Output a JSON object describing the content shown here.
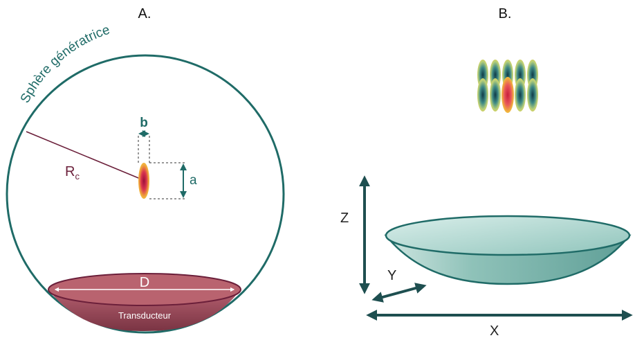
{
  "panels": {
    "a": {
      "title": "A.",
      "sphere_label": "Sphère génératrice",
      "radius_label_main": "R",
      "radius_label_sub": "c",
      "width_label": "b",
      "height_label": "a",
      "diameter_label": "D",
      "transducer_label": "Transducteur"
    },
    "b": {
      "title": "B.",
      "axis_x": "X",
      "axis_y": "Y",
      "axis_z": "Z"
    }
  },
  "colors": {
    "teal": "#1f6b67",
    "dark_teal": "#1e4f50",
    "maroon": "#6b1f3a",
    "transducer_fill": "#9e4a59",
    "focal_hot": "#c8234a",
    "focal_warm": "#f0b23c"
  }
}
